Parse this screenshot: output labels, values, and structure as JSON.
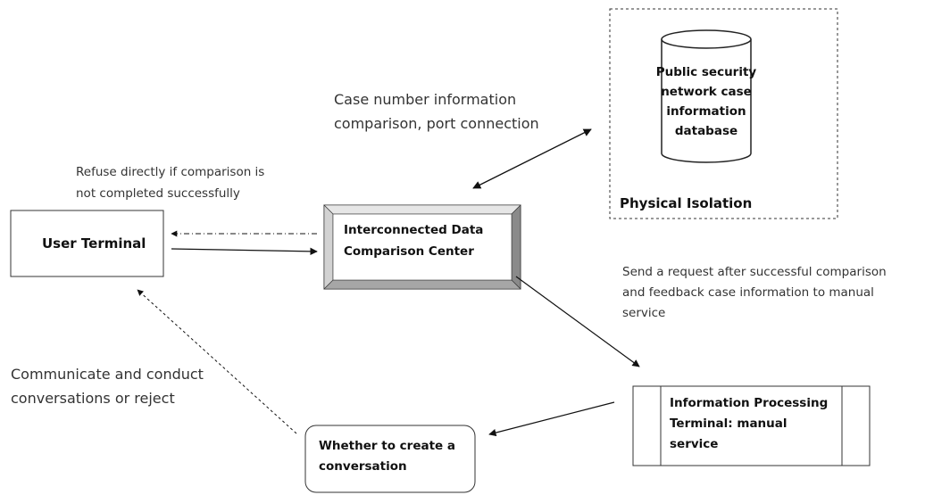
{
  "nodes": {
    "database": [
      "Public security",
      "network case",
      "information",
      "database"
    ],
    "isolation_label": "Physical Isolation",
    "user_terminal": "User Terminal",
    "comparison_center": [
      "Interconnected Data",
      "Comparison Center"
    ],
    "processing_terminal": [
      "Information Processing",
      "Terminal: manual",
      "service"
    ],
    "create_conversation": [
      "Whether to create a",
      "conversation"
    ]
  },
  "edges": {
    "port_connection": [
      "Case number information",
      "comparison, port connection"
    ],
    "refuse": [
      "Refuse directly if comparison is",
      "not completed successfully"
    ],
    "send_request": [
      "Send a request after successful comparison",
      "and feedback case information to manual",
      "service"
    ],
    "communicate": [
      "Communicate and conduct",
      "conversations or reject"
    ]
  }
}
